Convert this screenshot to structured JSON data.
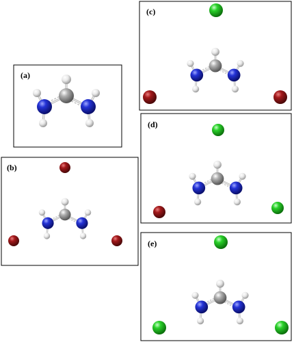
{
  "figure": {
    "panels": [
      {
        "label": "(a)",
        "counterions": []
      },
      {
        "label": "(b)",
        "counterions": [
          "Br",
          "Br",
          "Br"
        ]
      },
      {
        "label": "(c)",
        "counterions": [
          "Cl",
          "Br",
          "Br"
        ]
      },
      {
        "label": "(d)",
        "counterions": [
          "Cl",
          "Br",
          "Cl"
        ]
      },
      {
        "label": "(e)",
        "counterions": [
          "Cl",
          "Cl",
          "Cl"
        ]
      }
    ],
    "atom_colors": {
      "C": "#8c8c8c",
      "N": "#1a1acc",
      "H": "#e6e6e6",
      "Br": "#8b1a1a",
      "Cl": "#22cc22"
    }
  }
}
